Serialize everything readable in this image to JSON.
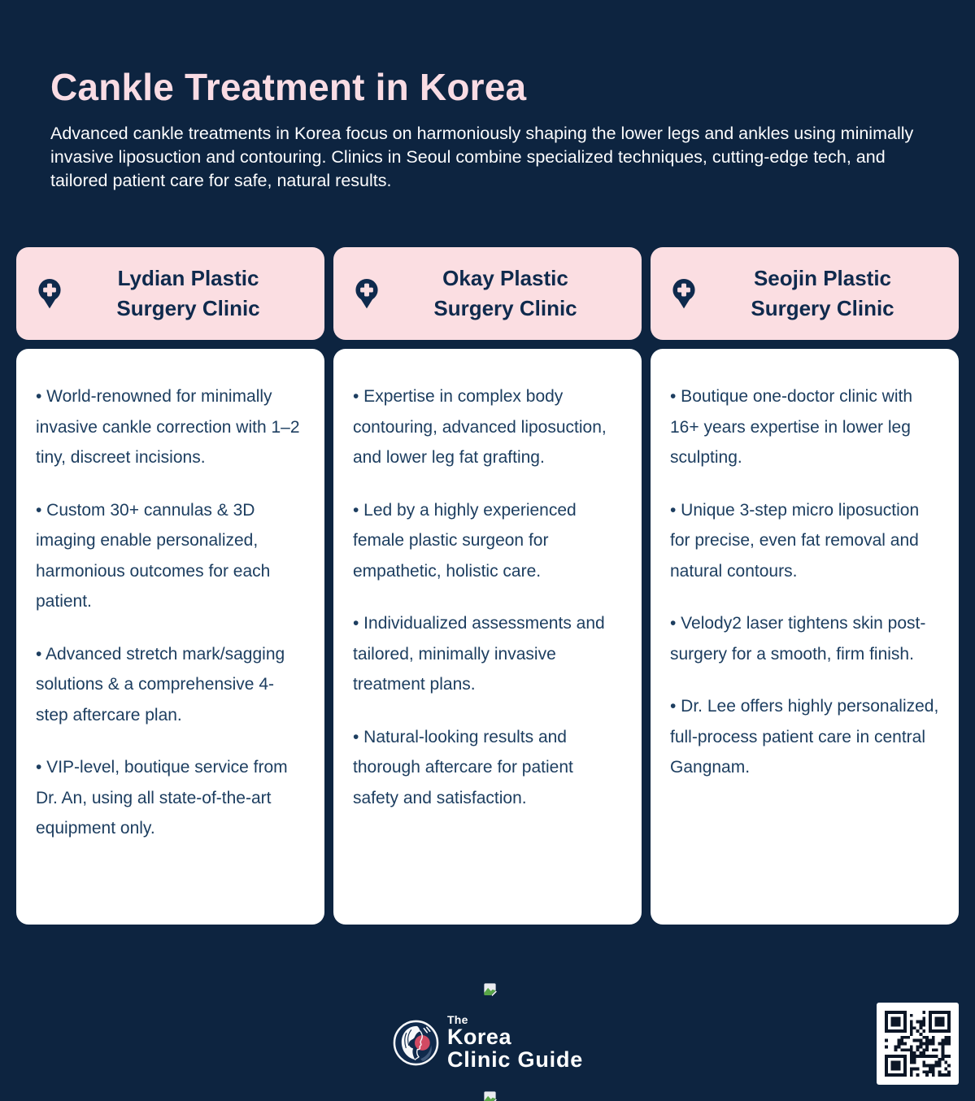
{
  "page": {
    "title": "Cankle Treatment in Korea",
    "subtitle": "Advanced cankle treatments in Korea focus on harmoniously shaping the lower legs and ankles using minimally invasive liposuction and contouring. Clinics in Seoul combine specialized techniques, cutting-edge tech, and tailored patient care for safe, natural results."
  },
  "clinics": [
    {
      "name": "Lydian Plastic Surgery Clinic",
      "bullets": [
        "• World-renowned for minimally invasive cankle correction with 1–2 tiny, discreet incisions.",
        "• Custom 30+ cannulas & 3D imaging enable personalized, harmonious outcomes for each patient.",
        "• Advanced stretch mark/sagging solutions & a comprehensive 4-step aftercare plan.",
        "• VIP-level, boutique service from Dr. An, using all state-of-the-art equipment only."
      ]
    },
    {
      "name": "Okay Plastic Surgery Clinic",
      "bullets": [
        "• Expertise in complex body contouring, advanced liposuction, and lower leg fat grafting.",
        "• Led by a highly experienced female plastic surgeon for empathetic, holistic care.",
        "• Individualized assessments and tailored, minimally invasive treatment plans.",
        "• Natural-looking results and thorough aftercare for patient safety and satisfaction."
      ]
    },
    {
      "name": "Seojin Plastic Surgery Clinic",
      "bullets": [
        "• Boutique one-doctor clinic with 16+ years expertise in lower leg sculpting.",
        "• Unique 3-step micro liposuction for precise, even fat removal and natural contours.",
        "• Velody2 laser tightens skin post-surgery for a smooth, firm finish.",
        "• Dr. Lee offers highly personalized, full-process patient care in central Gangnam."
      ]
    }
  ],
  "footer": {
    "brand": {
      "line1": "The",
      "line2": "Korea",
      "line3": "Clinic Guide"
    }
  },
  "icons": {
    "clinic_header_icon": "location-pin-with-medical-cross",
    "logo_icon": "woman-profile-badge",
    "qr": "qr-code",
    "placeholder_icons": "broken-image"
  },
  "colors": {
    "background": "#0d2440",
    "card_header_pink": "#fbdee2",
    "card_body": "#ffffff",
    "title_pink": "#f9dce4",
    "header_text_navy": "#0f2a4d",
    "body_text_navy": "#1d3e60",
    "logo_accent_red": "#d14a63",
    "qr_dark": "#0c1626",
    "broken_icon_green": "#57a546"
  }
}
